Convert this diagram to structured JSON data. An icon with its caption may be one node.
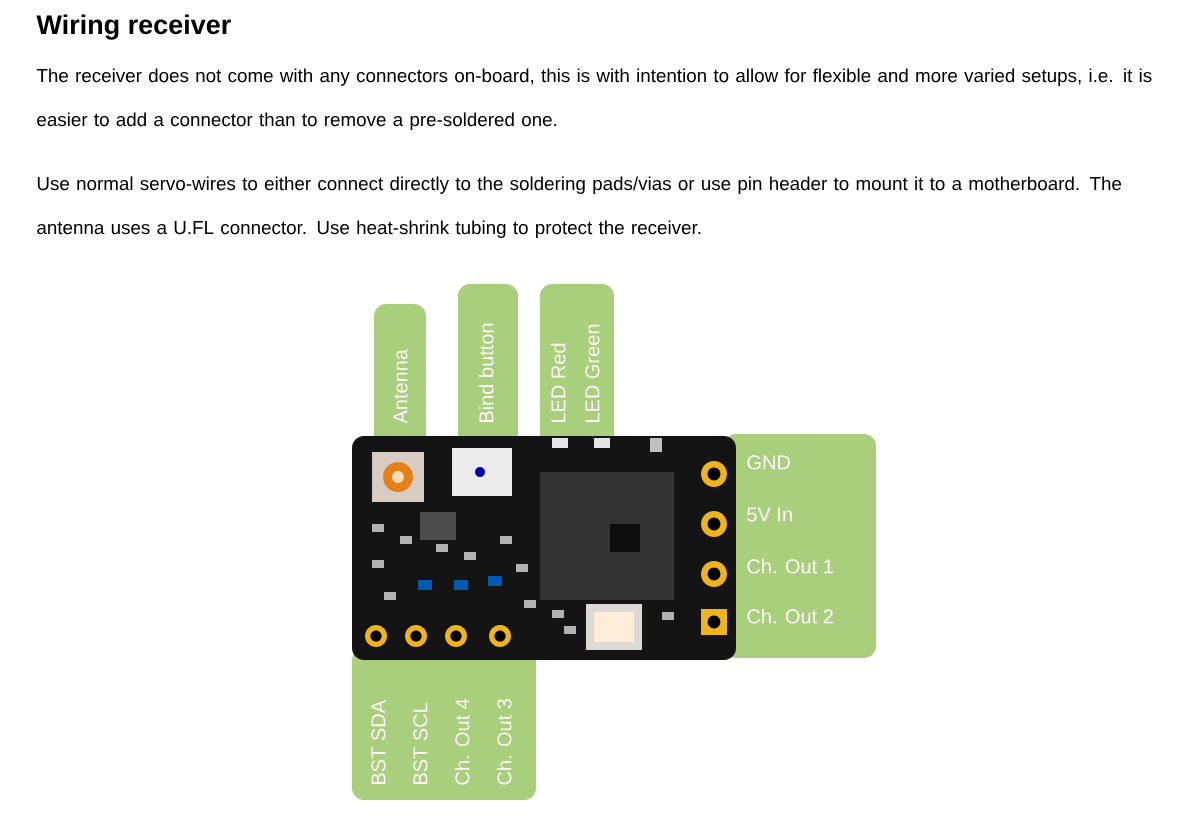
{
  "diagram": {
    "title": "Wiring receiver",
    "nodes": [
      {
        "text": [
          "Antenna"
        ]
      },
      {
        "text": [
          "Bind button"
        ]
      },
      {
        "text": [
          "LED Red",
          "LED Green"
        ]
      },
      {
        "text": [
          "GND",
          "5V In",
          "Ch. Out 1",
          "Ch. Out 2"
        ]
      },
      {
        "text": [
          "BST SDA",
          "BST SCL",
          "Ch. Out 4",
          "Ch. Out 3"
        ]
      }
    ],
    "labels": [
      "The receiver does not come with any connectors on-board, this is with intention to allow for flexible and more varied setups, i.e. it is easier to add a connector than to remove a pre-soldered one.",
      "Use normal servo-wires to either connect directly to the soldering pads/vias or use pin header to mount it to a motherboard. The antenna uses a U.FL connector. Use heat-shrink tubing to protect the receiver."
    ]
  }
}
